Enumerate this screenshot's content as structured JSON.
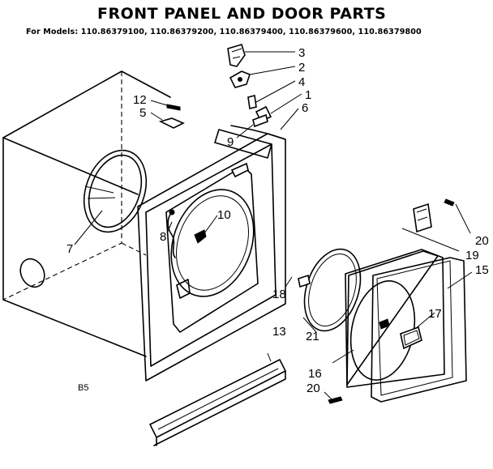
{
  "header": {
    "title": "FRONT PANEL AND DOOR PARTS",
    "models_line": "For Models: 110.86379100, 110.86379200, 110.86379400, 110.86379600, 110.86379800"
  },
  "diagram_code": "B5",
  "callouts": {
    "p1": "1",
    "p2": "2",
    "p3": "3",
    "p4": "4",
    "p5": "5",
    "p6": "6",
    "p7": "7",
    "p8": "8",
    "p9": "9",
    "p10": "10",
    "p12": "12",
    "p13": "13",
    "p15": "15",
    "p16": "16",
    "p17": "17",
    "p18": "18",
    "p19": "19",
    "p20a": "20",
    "p20b": "20",
    "p21": "21"
  }
}
